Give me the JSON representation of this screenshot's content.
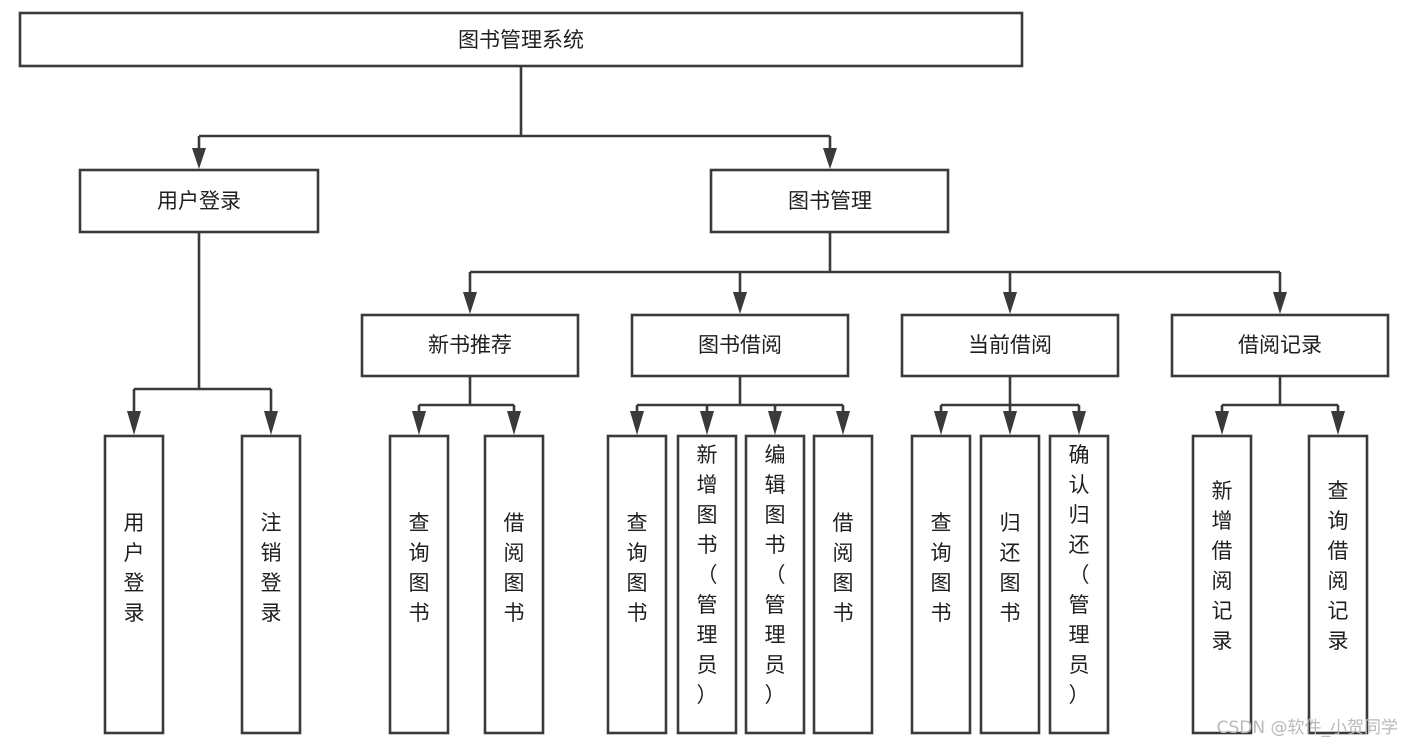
{
  "diagram": {
    "title": "图书管理系统",
    "type": "tree-hierarchy",
    "root": {
      "id": "root",
      "label": "图书管理系统",
      "orientation": "horizontal"
    },
    "level2": [
      {
        "id": "user-login",
        "label": "用户登录",
        "orientation": "horizontal"
      },
      {
        "id": "book-management",
        "label": "图书管理",
        "orientation": "horizontal"
      }
    ],
    "level3": [
      {
        "id": "new-book-recommend",
        "label": "新书推荐",
        "orientation": "horizontal",
        "parent": "book-management"
      },
      {
        "id": "book-borrow",
        "label": "图书借阅",
        "orientation": "horizontal",
        "parent": "book-management"
      },
      {
        "id": "current-borrow",
        "label": "当前借阅",
        "orientation": "horizontal",
        "parent": "book-management"
      },
      {
        "id": "borrow-record",
        "label": "借阅记录",
        "orientation": "horizontal",
        "parent": "book-management"
      }
    ],
    "leaves": [
      {
        "id": "leaf-user-login",
        "label": "用户登录",
        "orientation": "vertical",
        "parent": "user-login"
      },
      {
        "id": "leaf-logout",
        "label": "注销登录",
        "orientation": "vertical",
        "parent": "user-login"
      },
      {
        "id": "leaf-query-book-1",
        "label": "查询图书",
        "orientation": "vertical",
        "parent": "new-book-recommend"
      },
      {
        "id": "leaf-borrow-book-1",
        "label": "借阅图书",
        "orientation": "vertical",
        "parent": "new-book-recommend"
      },
      {
        "id": "leaf-query-book-2",
        "label": "查询图书",
        "orientation": "vertical",
        "parent": "book-borrow"
      },
      {
        "id": "leaf-add-book",
        "label": "新增图书（管理员）",
        "orientation": "vertical",
        "parent": "book-borrow"
      },
      {
        "id": "leaf-edit-book",
        "label": "编辑图书（管理员）",
        "orientation": "vertical",
        "parent": "book-borrow"
      },
      {
        "id": "leaf-borrow-book-2",
        "label": "借阅图书",
        "orientation": "vertical",
        "parent": "book-borrow"
      },
      {
        "id": "leaf-query-book-3",
        "label": "查询图书",
        "orientation": "vertical",
        "parent": "current-borrow"
      },
      {
        "id": "leaf-return-book",
        "label": "归还图书",
        "orientation": "vertical",
        "parent": "current-borrow"
      },
      {
        "id": "leaf-confirm-return",
        "label": "确认归还（管理员）",
        "orientation": "vertical",
        "parent": "current-borrow"
      },
      {
        "id": "leaf-add-record",
        "label": "新增借阅记录",
        "orientation": "vertical",
        "parent": "borrow-record"
      },
      {
        "id": "leaf-query-record",
        "label": "查询借阅记录",
        "orientation": "vertical",
        "parent": "borrow-record"
      }
    ]
  },
  "watermark": {
    "text": "CSDN @软件_小贺同学"
  },
  "colors": {
    "stroke": "#3a3a3a",
    "fill": "#ffffff",
    "text": "#1f1f1f",
    "watermark": "#b9b9b9"
  }
}
